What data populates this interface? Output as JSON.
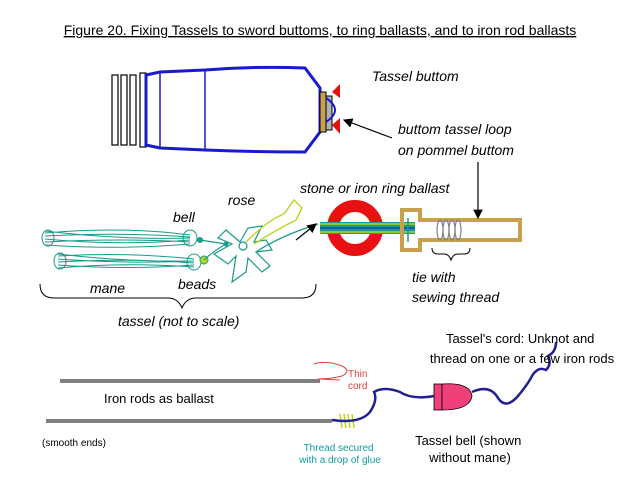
{
  "figure": {
    "title": "Figure 20. Fixing Tassels to sword  buttoms, to ring ballasts, and to iron rod ballasts"
  },
  "labels": {
    "tassel_buttom": "Tassel buttom",
    "buttom_loop_line1": "buttom tassel loop",
    "buttom_loop_line2": "on pommel buttom",
    "rose": "rose",
    "bell": "bell",
    "ring_ballast": "stone or iron ring ballast",
    "mane": "mane",
    "beads": "beads",
    "tie_line1": "tie with",
    "tie_line2": "sewing thread",
    "tassel_not_to_scale": "tassel (not to scale)",
    "cord_line1": "Tassel's cord: Unknot and",
    "cord_line2": "thread on one or a few iron rods",
    "thin_cord_line1": "Thin",
    "thin_cord_line2": "cord",
    "iron_rods": "Iron rods as ballast",
    "smooth_ends": "(smooth ends)",
    "thread_secured_line1": "Thread secured",
    "thread_secured_line2": "with a drop of glue",
    "tassel_bell_line1": "Tassel bell (shown",
    "tassel_bell_line2": "without mane)"
  },
  "colors": {
    "hilt_blue": "#1a1acc",
    "tassel_teal": "#1a9a8a",
    "rose_green": "#b8d820",
    "ring_red": "#e81010",
    "loop_tan": "#c8a050",
    "rod_gray": "#808080",
    "cord_navy": "#202090",
    "bell_pink": "#f0407a",
    "thin_cord_red": "#e04040",
    "thread_caption_teal": "#10a0a0"
  }
}
